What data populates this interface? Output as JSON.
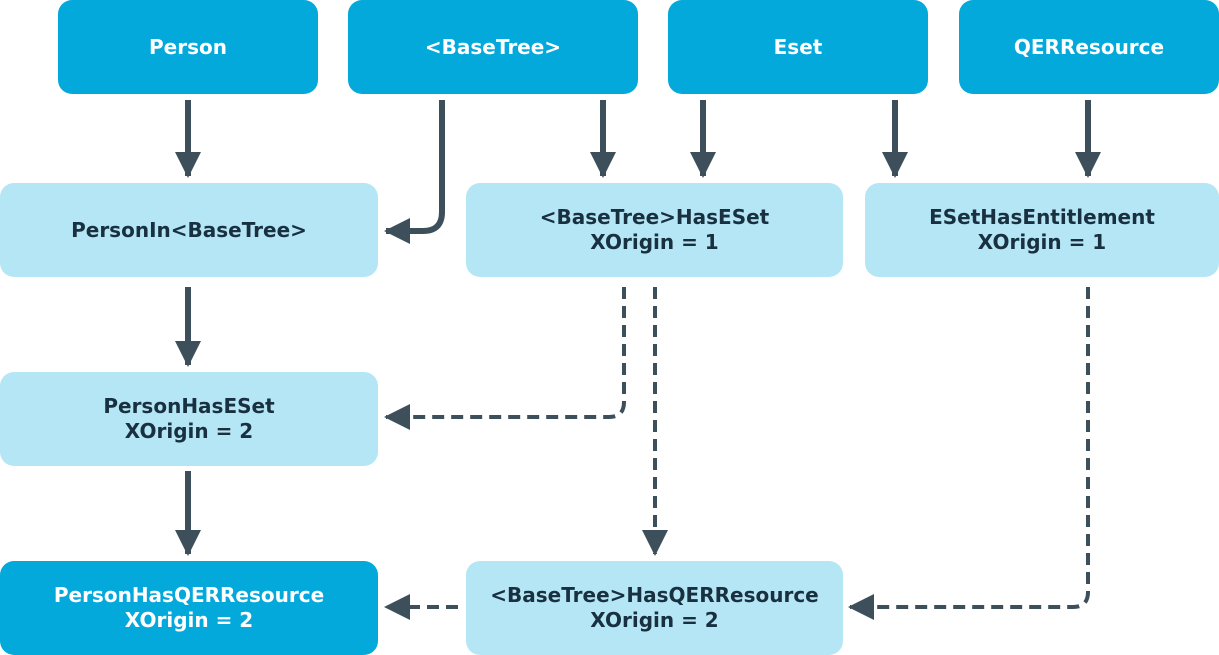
{
  "nodes": {
    "person": {
      "label": "Person"
    },
    "basetree": {
      "label": "<BaseTree>"
    },
    "eset": {
      "label": "Eset"
    },
    "qerresource": {
      "label": "QERResource"
    },
    "person_in_basetree": {
      "label": "PersonIn<BaseTree>"
    },
    "basetree_has_eset": {
      "label": "<BaseTree>HasESet",
      "origin": "XOrigin = 1"
    },
    "eset_has_entitlement": {
      "label": "ESetHasEntitlement",
      "origin": "XOrigin = 1"
    },
    "person_has_eset": {
      "label": "PersonHasESet",
      "origin": "XOrigin = 2"
    },
    "person_has_qerresource": {
      "label": "PersonHasQERResource",
      "origin": "XOrigin = 2"
    },
    "basetree_has_qerresource": {
      "label": "<BaseTree>HasQERResource",
      "origin": "XOrigin = 2"
    }
  },
  "colors": {
    "primary_box": "#04a9dc",
    "secondary_box": "#b5e6f5",
    "arrow": "#3d4f5a",
    "dark_text": "#18303f"
  }
}
